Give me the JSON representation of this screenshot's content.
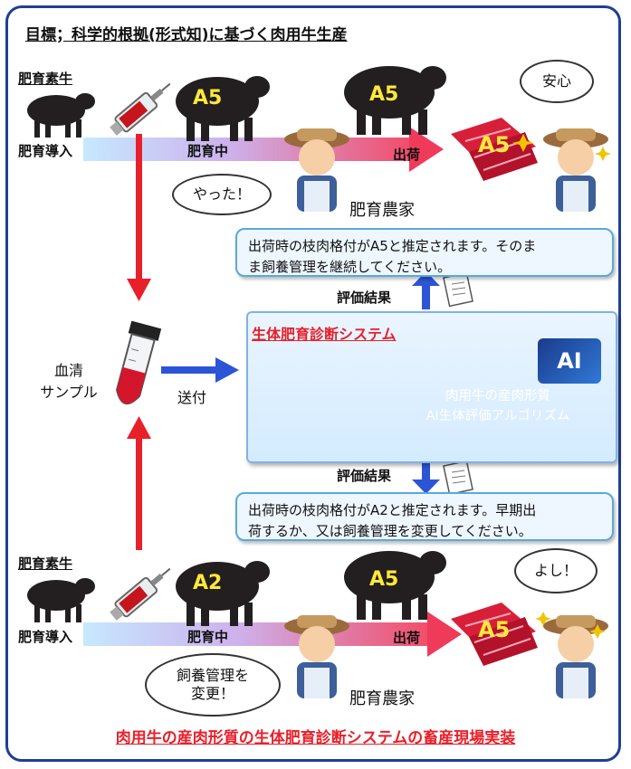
{
  "title": "目標；科学的根拠(形式知)に基づく肉用牛生産",
  "top_row": {
    "calf_label": "肥育素牛",
    "intro_label": "肥育導入",
    "fattening_label": "肥育中",
    "ship_label": "出荷",
    "grade_fattening": "A5",
    "grade_ship": "A5",
    "grade_meat": "A5",
    "speech_farmer": "やった！",
    "speech_consumer": "安心",
    "farmer_label": "肥育農家"
  },
  "top_result": {
    "eval_label": "評価結果",
    "notice_line1": "出荷時の枝肉格付がA5と推定されます。そのま",
    "notice_line2": "ま飼養管理を継続してください。"
  },
  "middle": {
    "serum_line1": "血清",
    "serum_line2": "サンプル",
    "send_label": "送付",
    "system_title": "生体肥育診断システム",
    "ai_badge": "AI",
    "algo_line1": "肉用牛の産肉形質",
    "algo_line2": "AI生体評価アルゴリズム"
  },
  "bottom_result": {
    "eval_label": "評価結果",
    "notice_line1": "出荷時の枝肉格付がA2と推定されます。早期出",
    "notice_line2": "荷するか、又は飼養管理を変更してください。"
  },
  "bottom_row": {
    "calf_label": "肥育素牛",
    "intro_label": "肥育導入",
    "fattening_label": "肥育中",
    "ship_label": "出荷",
    "grade_fattening": "A2",
    "grade_ship": "A5",
    "grade_meat": "A5",
    "speech_farmer_line1": "飼養管理を",
    "speech_farmer_line2": "変更！",
    "speech_consumer": "よし！",
    "farmer_label": "肥育農家"
  },
  "footer": "肉用牛の産肉形質の生体肥育診断システムの畜産現場実装",
  "colors": {
    "frame": "#1f3f93",
    "accent_red": "#e8202a",
    "arrow_blue": "#2c55d6",
    "notice_border": "#5aa8dd"
  }
}
